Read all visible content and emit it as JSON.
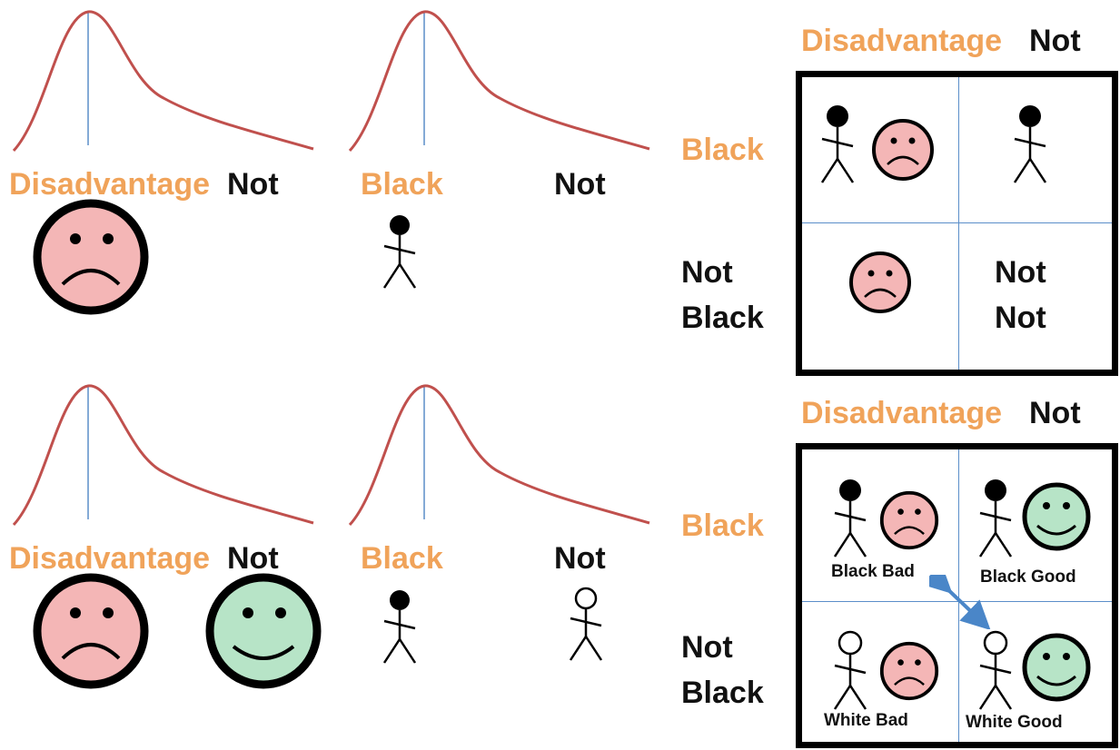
{
  "colors": {
    "accent": "#f0a35a",
    "curve": "#c0504d",
    "sad_face": "#f4b6b6",
    "happy_face": "#b7e4c7",
    "divider": "#5b8ec9"
  },
  "labels": {
    "disadvantage": "Disadvantage",
    "not": "Not",
    "black": "Black",
    "not_black_line1": "Not",
    "not_black_line2": "Black",
    "not_not_line1": "Not",
    "not_not_line2": "Not"
  },
  "quadrants": {
    "black_bad": "Black Bad",
    "black_good": "Black Good",
    "white_bad": "White Bad",
    "white_good": "White Good"
  },
  "icons": [
    "sad-face-icon",
    "happy-face-icon",
    "stick-figure-black-icon",
    "stick-figure-white-icon",
    "double-arrow-icon"
  ]
}
